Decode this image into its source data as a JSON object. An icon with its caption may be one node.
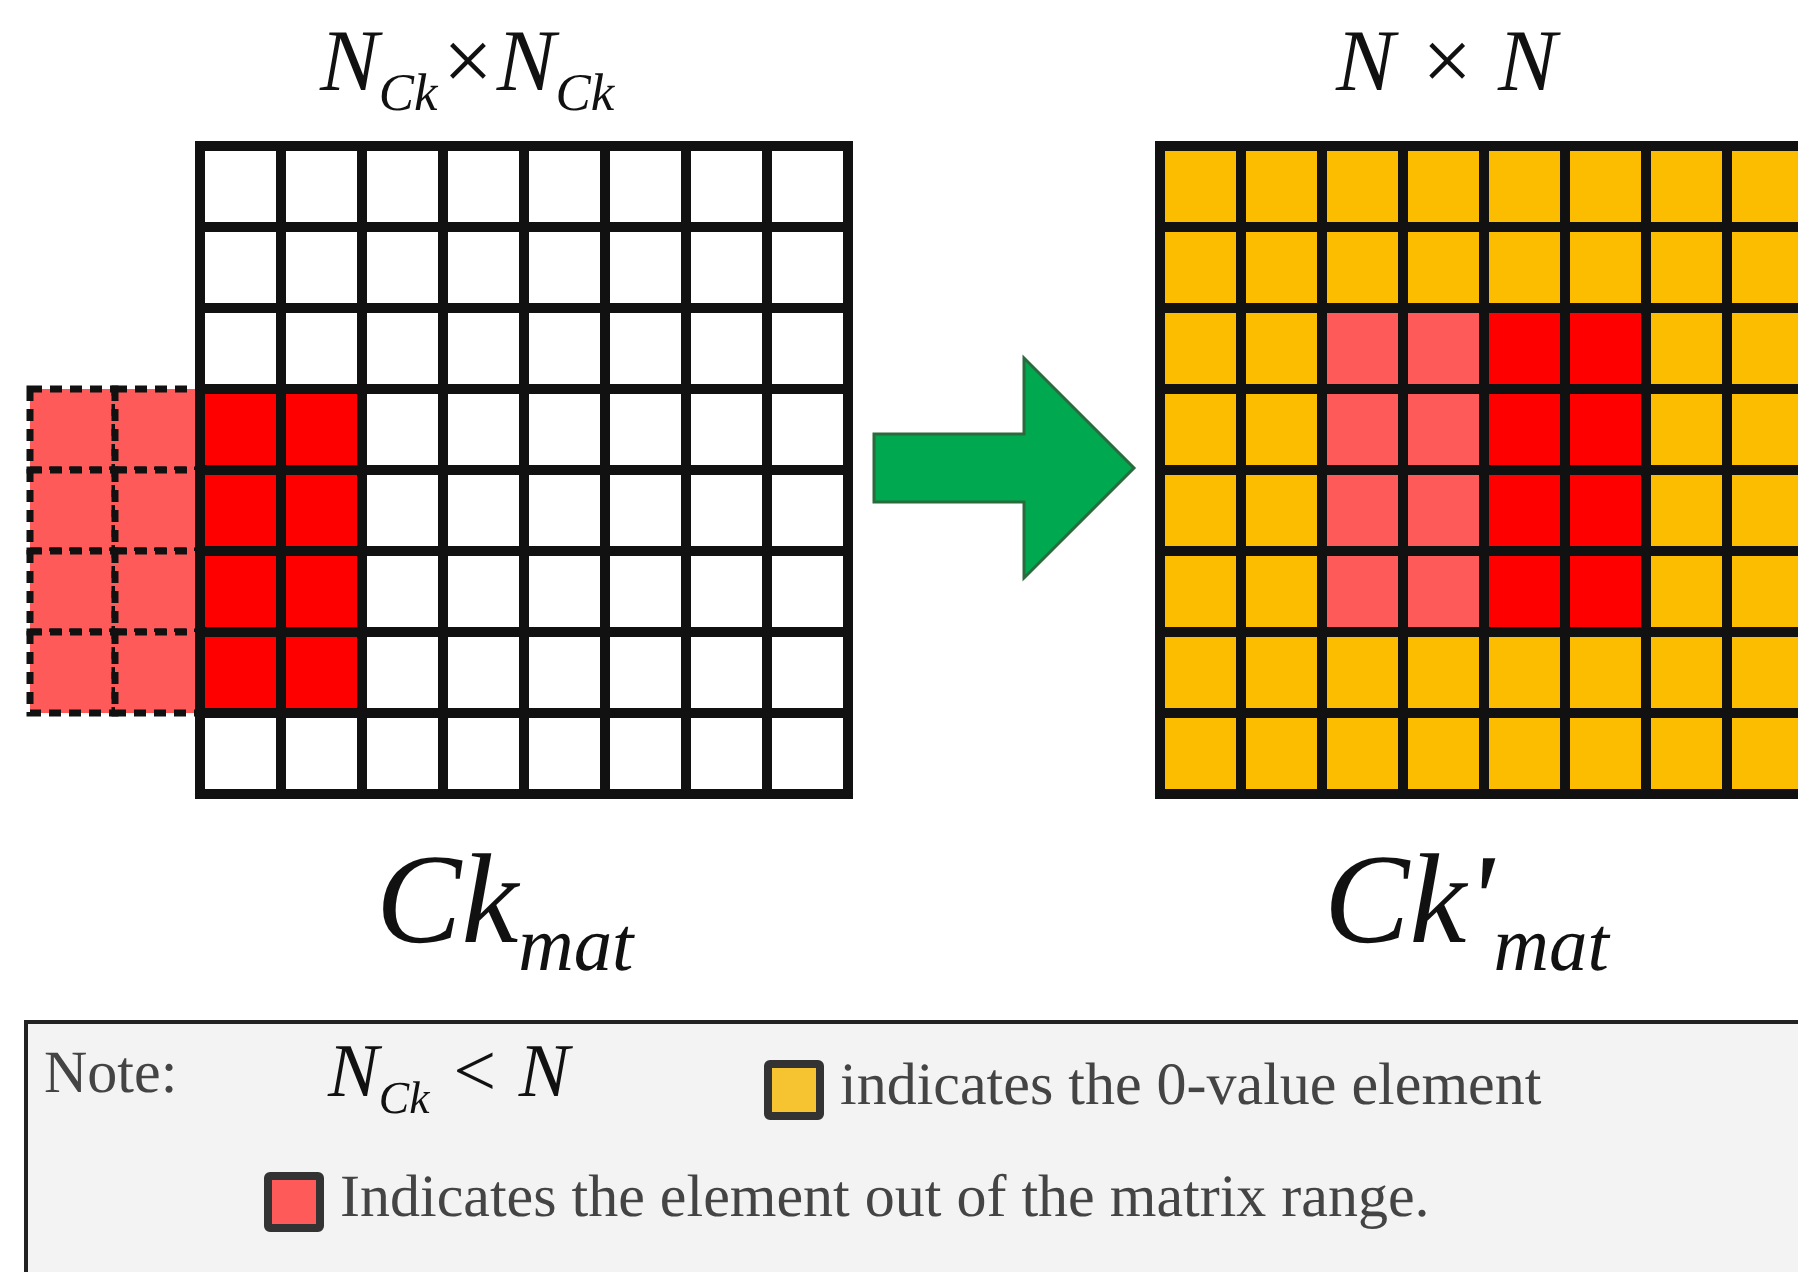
{
  "diagram": {
    "nodes": [
      {
        "text": [
          "N$_{Ck}$×N$_{Ck}$",
          "Ck$_{mat}$"
        ]
      },
      {
        "text": [
          "N × N",
          "Ck'$_{mat}$"
        ]
      }
    ],
    "edges": [
      {
        "from": 0,
        "to": 1,
        "arrow": "to",
        "color": "#00a84f"
      }
    ],
    "labels": [
      "Note:",
      "N$_{Ck}$ < N"
    ],
    "legend": [
      {
        "text": "indicates the 0-value element",
        "color": "#f5c430"
      },
      {
        "text": "Indicates the element out of the matrix range.",
        "color": "#ff5a5a"
      }
    ]
  }
}
